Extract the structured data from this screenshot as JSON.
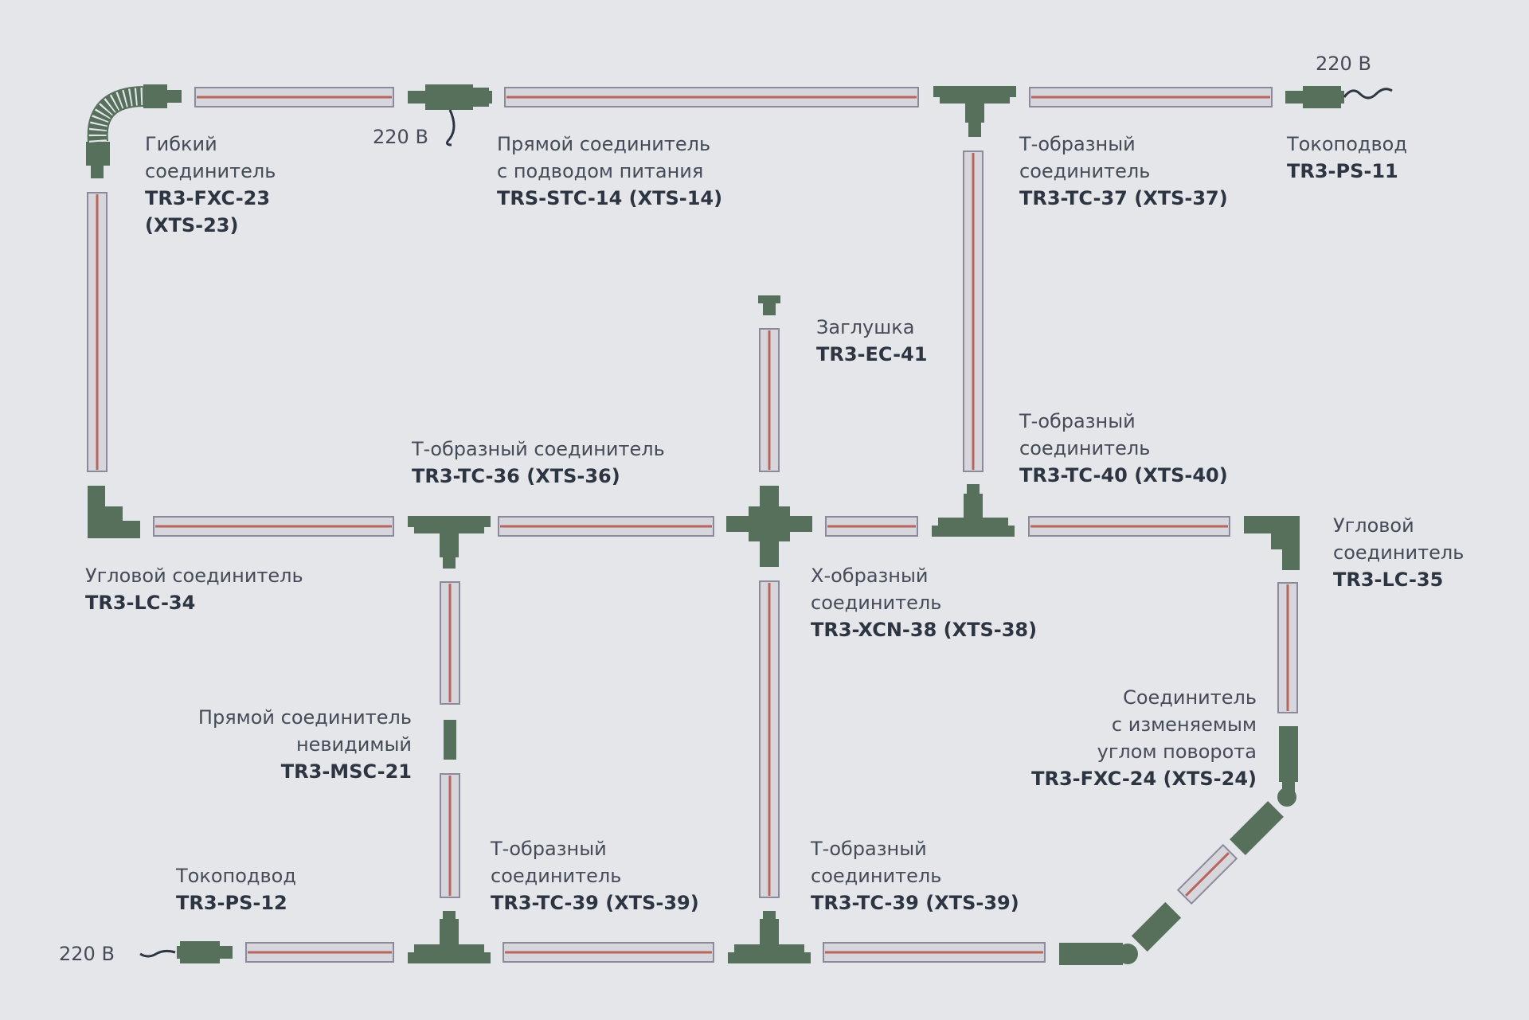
{
  "colors": {
    "background": "#e4e6e9",
    "track_fill": "#d8d6dd",
    "track_stroke": "#8c8a9a",
    "track_line": "#b8665b",
    "connector": "#56705c",
    "text": "#454b58"
  },
  "voltage_labels": [
    "220 В",
    "220 В",
    "220 В"
  ],
  "components": {
    "flexible_connector": {
      "lines": [
        "Гибкий",
        "соединитель"
      ],
      "code": [
        "TR3-FXC-23",
        "(XTS-23)"
      ]
    },
    "straight_power_connector": {
      "lines": [
        "Прямой соединитель",
        "с подводом питания"
      ],
      "code": [
        "TRS-STC-14 (XTS-14)"
      ]
    },
    "t_connector_37": {
      "lines": [
        "Т-образный",
        "соединитель"
      ],
      "code": [
        "TR3-TC-37 (XTS-37)"
      ]
    },
    "power_feed_11": {
      "lines": [
        "Токоподвод"
      ],
      "code": [
        "TR3-PS-11"
      ]
    },
    "end_cap": {
      "lines": [
        "Заглушка"
      ],
      "code": [
        "TR3-EC-41"
      ]
    },
    "t_connector_40": {
      "lines": [
        "Т-образный",
        "соединитель"
      ],
      "code": [
        "TR3-TC-40 (XTS-40)"
      ]
    },
    "t_connector_36": {
      "lines": [
        "Т-образный соединитель"
      ],
      "code": [
        "TR3-TC-36 (XTS-36)"
      ]
    },
    "corner_connector_34": {
      "lines": [
        "Угловой соединитель"
      ],
      "code": [
        "TR3-LC-34"
      ]
    },
    "corner_connector_35": {
      "lines": [
        "Угловой",
        "соединитель"
      ],
      "code": [
        "TR3-LC-35"
      ]
    },
    "x_connector": {
      "lines": [
        "Х-образный",
        "соединитель"
      ],
      "code": [
        "TR3-XCN-38 (XTS-38)"
      ]
    },
    "invisible_straight_connector": {
      "lines": [
        "Прямой соединитель",
        "невидимый"
      ],
      "code": [
        "TR3-MSC-21"
      ]
    },
    "variable_angle_connector": {
      "lines": [
        "Соединитель",
        "с изменяемым",
        "углом поворота"
      ],
      "code": [
        "TR3-FXC-24 (XTS-24)"
      ]
    },
    "power_feed_12": {
      "lines": [
        "Токоподвод"
      ],
      "code": [
        "TR3-PS-12"
      ]
    },
    "t_connector_39_left": {
      "lines": [
        "Т-образный",
        "соединитель"
      ],
      "code": [
        "TR3-TC-39 (XTS-39)"
      ]
    },
    "t_connector_39_right": {
      "lines": [
        "Т-образный",
        "соединитель"
      ],
      "code": [
        "TR3-TC-39 (XTS-39)"
      ]
    }
  }
}
